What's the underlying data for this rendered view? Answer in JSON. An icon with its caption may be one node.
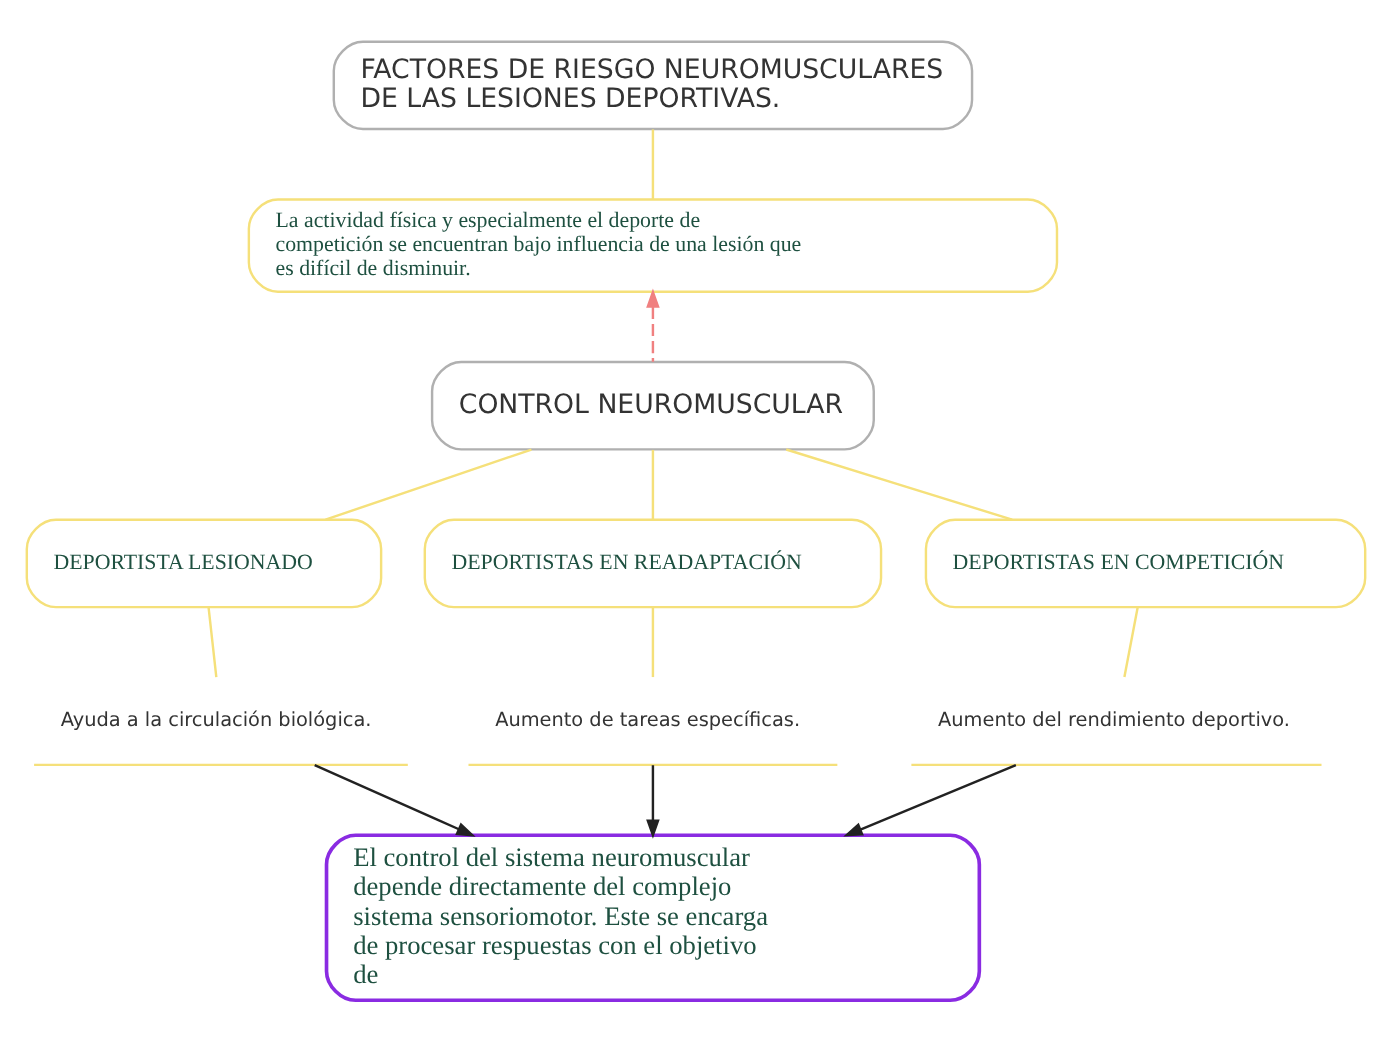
{
  "diagram": {
    "nodes": [
      {
        "text": [
          "FACTORES DE RIESGO NEUROMUSCULARES DE LAS LESIONES DEPORTIVAS."
        ]
      },
      {
        "text": [
          "La actividad física y especialmente el deporte de competición se encuentran bajo influencia de una lesión que es difícil de disminuir."
        ]
      },
      {
        "text": [
          "CONTROL NEUROMUSCULAR"
        ]
      },
      {
        "text": [
          "DEPORTISTA LESIONADO"
        ]
      },
      {
        "text": [
          "DEPORTISTAS EN READAPTACIÓN"
        ]
      },
      {
        "text": [
          "DEPORTISTAS EN COMPETICIÓN"
        ]
      },
      {
        "text": [
          "Ayuda a la circulación biológica."
        ]
      },
      {
        "text": [
          "Aumento de tareas específicas."
        ]
      },
      {
        "text": [
          "Aumento del rendimiento deportivo."
        ]
      },
      {
        "text": [
          "El control del sistema neuromuscular depende directamente del complejo sistema sensoriomotor. Este se encarga de procesar respuestas con el objetivo de"
        ]
      }
    ],
    "edges": [
      {
        "from": 0,
        "to": 1,
        "arrow": "none"
      },
      {
        "from": 2,
        "to": 1,
        "arrow": "to",
        "style": "dashed",
        "color": "#f08080"
      },
      {
        "from": 2,
        "to": 3,
        "arrow": "none"
      },
      {
        "from": 2,
        "to": 4,
        "arrow": "none"
      },
      {
        "from": 2,
        "to": 5,
        "arrow": "none"
      },
      {
        "from": 3,
        "to": 6,
        "arrow": "none"
      },
      {
        "from": 4,
        "to": 7,
        "arrow": "none"
      },
      {
        "from": 5,
        "to": 8,
        "arrow": "none"
      },
      {
        "from": 6,
        "to": 9,
        "arrow": "to",
        "color": "#222222"
      },
      {
        "from": 7,
        "to": 9,
        "arrow": "to",
        "color": "#222222"
      },
      {
        "from": 8,
        "to": 9,
        "arrow": "to",
        "color": "#222222"
      }
    ]
  }
}
